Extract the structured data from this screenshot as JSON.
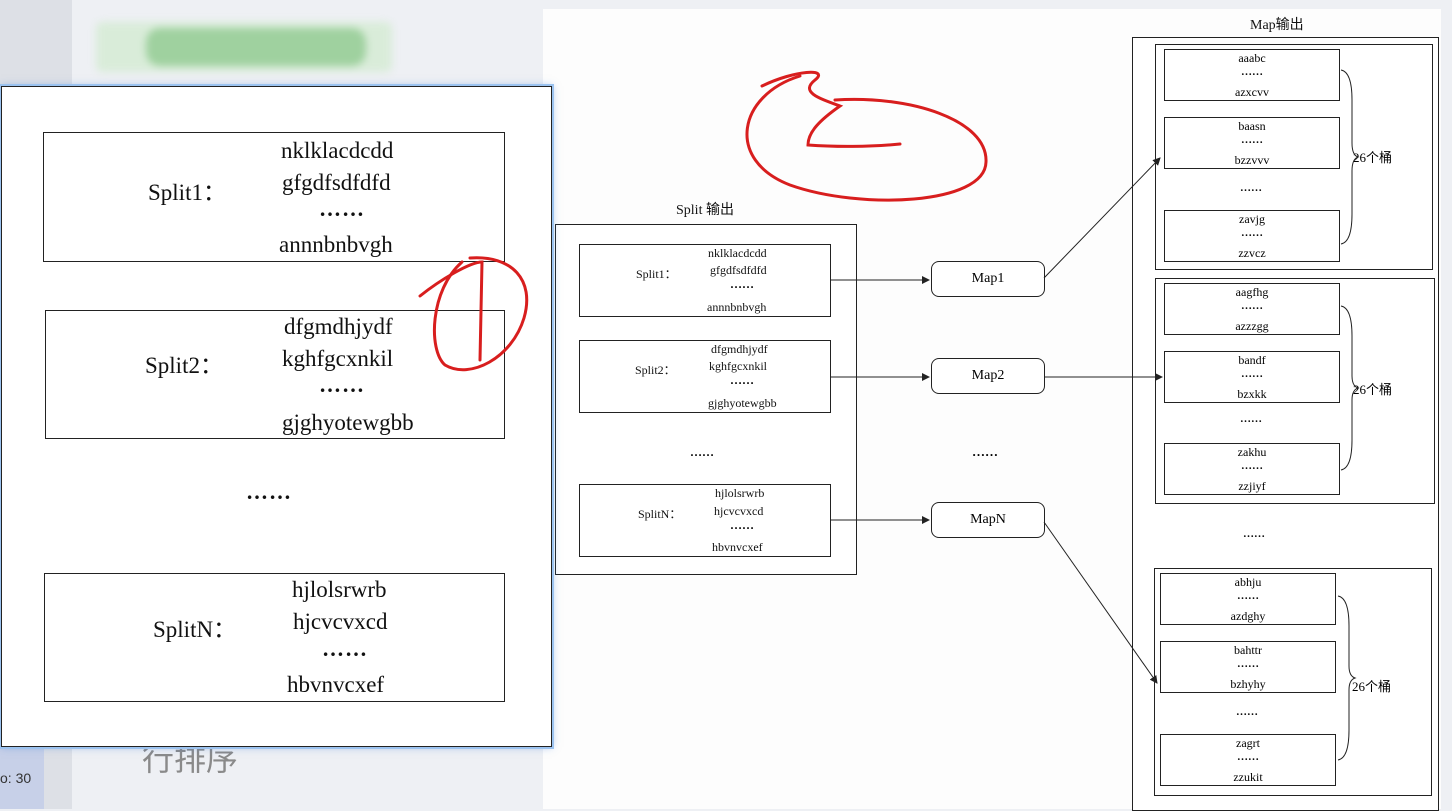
{
  "page": {
    "number_label": "o:  30",
    "behind_text": "行排序"
  },
  "zoom": {
    "splits": [
      {
        "label": "Split1：",
        "lines": [
          "nklklacdcdd",
          "gfgdfsdfdfd"
        ],
        "dots": "……",
        "last": "annnbnbvgh"
      },
      {
        "label": "Split2：",
        "lines": [
          "dfgmdhjydf",
          "kghfgcxnkil"
        ],
        "dots": "……",
        "last": "gjghyotewgbb"
      },
      {
        "label": "SplitN：",
        "lines": [
          "hjlolsrwrb",
          "hjcvcvxcd"
        ],
        "dots": "……",
        "last": "hbvnvcxef"
      }
    ],
    "middle_dots": "……"
  },
  "split_output": {
    "title": "Split 输出",
    "splits": [
      {
        "label": "Split1：",
        "lines": [
          "nklklacdcdd",
          "gfgdfsdfdfd"
        ],
        "dots": "……",
        "last": "annnbnbvgh"
      },
      {
        "label": "Split2：",
        "lines": [
          "dfgmdhjydf",
          "kghfgcxnkil"
        ],
        "dots": "……",
        "last": "gjghyotewgbb"
      },
      {
        "label": "SplitN：",
        "lines": [
          "hjlolsrwrb",
          "hjcvcvxcd"
        ],
        "dots": "……",
        "last": "hbvnvcxef"
      }
    ],
    "middle_dots": "……"
  },
  "maps": {
    "map1": "Map1",
    "map2": "Map2",
    "mapn": "MapN",
    "middle_dots": "……"
  },
  "map_output": {
    "title": "Map输出",
    "groups": [
      {
        "buckets": [
          {
            "first": "aaabc",
            "dots": "……",
            "last": "azxcvv"
          },
          {
            "first": "baasn",
            "dots": "……",
            "last": "bzzvvv"
          },
          {
            "first": "zavjg",
            "dots": "……",
            "last": "zzvcz"
          }
        ],
        "mid_dots": "……",
        "brace_label": "26个桶"
      },
      {
        "buckets": [
          {
            "first": "aagfhg",
            "dots": "……",
            "last": "azzzgg"
          },
          {
            "first": "bandf",
            "dots": "……",
            "last": "bzxkk"
          },
          {
            "first": "zakhu",
            "dots": "……",
            "last": "zzjiyf"
          }
        ],
        "mid_dots": "……",
        "brace_label": "26个桶"
      },
      {
        "buckets": [
          {
            "first": "abhju",
            "dots": "……",
            "last": "azdghy"
          },
          {
            "first": "bahttr",
            "dots": "……",
            "last": "bzhyhy"
          },
          {
            "first": "zagrt",
            "dots": "……",
            "last": "zzukit"
          }
        ],
        "mid_dots": "……",
        "brace_label": "26个桶"
      }
    ],
    "between_dots": "……"
  },
  "annotations": {
    "circle_1": "1",
    "circle_2": "2",
    "stroke_color": "#d81e1e"
  }
}
